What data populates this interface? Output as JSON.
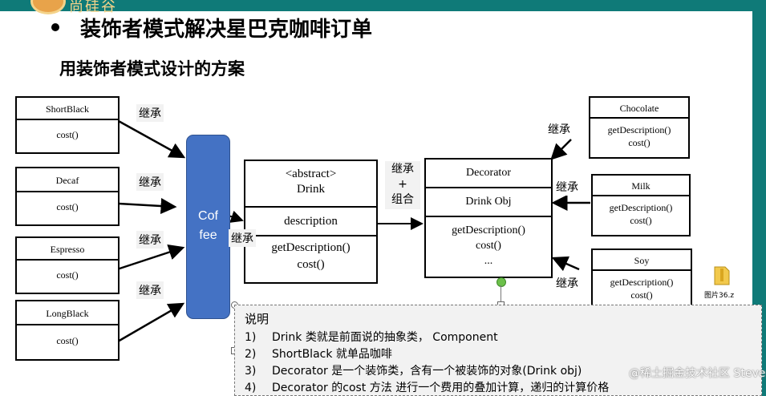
{
  "header": {
    "logo_text": "尚硅谷",
    "title": "装饰者模式解决星巴克咖啡订单",
    "subtitle": "用装饰者模式设计的方案"
  },
  "classes": {
    "shortblack": {
      "name": "ShortBlack",
      "method": "cost()"
    },
    "decaf": {
      "name": "Decaf",
      "method": "cost()"
    },
    "espresso": {
      "name": "Espresso",
      "method": "cost()"
    },
    "longblack": {
      "name": "LongBlack",
      "method": "cost()"
    },
    "coffee": {
      "line1": "Cof",
      "line2": "fee"
    },
    "drink": {
      "stereotype": "<abstract>",
      "name": "Drink",
      "field": "description",
      "method1": "getDescription()",
      "method2": "cost()"
    },
    "decorator": {
      "name": "Decorator",
      "field": "Drink Obj",
      "method1": "getDescription()",
      "method2": "cost()",
      "method3": "..."
    },
    "chocolate": {
      "name": "Chocolate",
      "method1": "getDescription()",
      "method2": "cost()"
    },
    "milk": {
      "name": "Milk",
      "method1": "getDescription()",
      "method2": "cost()"
    },
    "soy": {
      "name": "Soy",
      "method1": "getDescription()",
      "method2": "cost()"
    }
  },
  "relations": {
    "inherit": "继承",
    "inherit_combine_1": "继承",
    "inherit_combine_2": "+",
    "inherit_combine_3": "组合"
  },
  "note": {
    "heading": "说明",
    "items": [
      {
        "num": "1)",
        "text": "Drink 类就是前面说的抽象类， Component"
      },
      {
        "num": "2)",
        "text": "ShortBlack 就单品咖啡"
      },
      {
        "num": "3)",
        "text": "Decorator 是一个装饰类，含有一个被装饰的对象(Drink obj)"
      },
      {
        "num": "4)",
        "text": "Decorator 的cost 方法 进行一个费用的叠加计算，递归的计算价格"
      }
    ]
  },
  "file_icon": {
    "label": "图片36.z"
  },
  "watermark": "@稀土掘金技术社区 SteveCode."
}
